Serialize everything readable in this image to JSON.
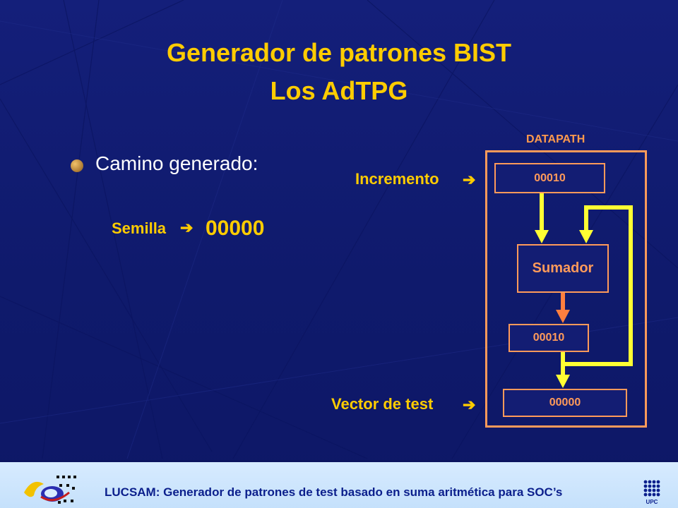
{
  "slide": {
    "title_line1": "Generador de patrones BIST",
    "title_line2": "Los AdTPG",
    "bullet": "Camino generado:",
    "seed_label": "Semilla",
    "seed_value": "00000",
    "arrow_glyph": "➔"
  },
  "datapath": {
    "label": "DATAPATH",
    "increment_label": "Incremento",
    "increment_value": "00010",
    "adder_label": "Sumador",
    "register_value": "00010",
    "vector_label": "Vector de test",
    "vector_value": "00000"
  },
  "footer": {
    "text": "LUCSAM: Generador de patrones de test basado en suma aritmética para SOC’s",
    "upc_text": "UPC"
  },
  "colors": {
    "background": "#101a6e",
    "title": "#ffcc00",
    "orange": "#ff9a5a",
    "wire_yellow": "#ffff33",
    "wire_orange": "#ff7f3f",
    "footer_bg": "#cfe6ff"
  }
}
